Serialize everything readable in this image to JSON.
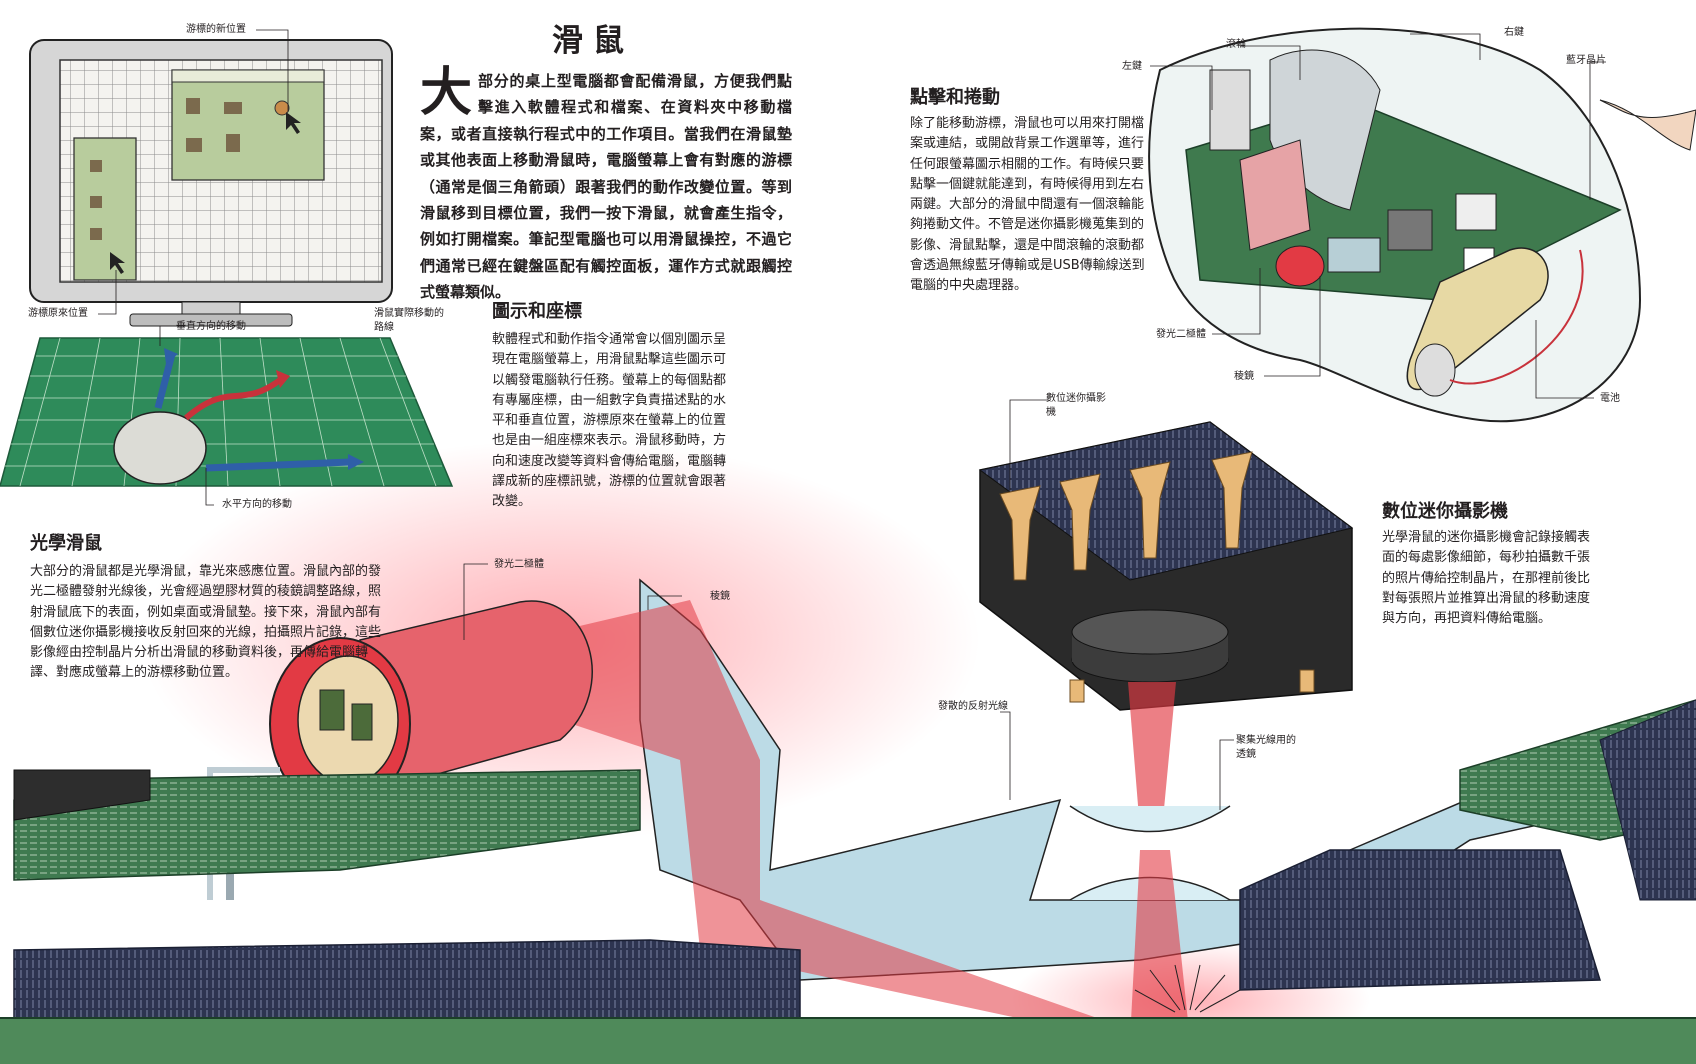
{
  "title": "滑鼠",
  "intro": {
    "dropcap": "大",
    "text": "部分的桌上型電腦都會配備滑鼠，方便我們點擊進入軟體程式和檔案、在資料夾中移動檔案，或者直接執行程式中的工作項目。當我們在滑鼠墊或其他表面上移動滑鼠時，電腦螢幕上會有對應的游標（通常是個三角箭頭）跟著我們的動作改變位置。等到滑鼠移到目標位置，我們一按下滑鼠，就會產生指令，例如打開檔案。筆記型電腦也可以用滑鼠操控，不過它們通常已經在鍵盤區配有觸控面板，運作方式就跟觸控式螢幕類似。"
  },
  "sections": {
    "icons_coords": {
      "heading": "圖示和座標",
      "body": "軟體程式和動作指令通常會以個別圖示呈現在電腦螢幕上，用滑鼠點擊這些圖示可以觸發電腦執行任務。螢幕上的每個點都有專屬座標，由一組數字負責描述點的水平和垂直位置，游標原來在螢幕上的位置也是由一組座標來表示。滑鼠移動時，方向和速度改變等資料會傳給電腦，電腦轉譯成新的座標訊號，游標的位置就會跟著改變。"
    },
    "click_scroll": {
      "heading": "點擊和捲動",
      "body": "除了能移動游標，滑鼠也可以用來打開檔案或連結，或開啟背景工作選單等，進行任何跟螢幕圖示相關的工作。有時候只要點擊一個鍵就能達到，有時候得用到左右兩鍵。大部分的滑鼠中間還有一個滾輪能夠捲動文件。不管是迷你攝影機蒐集到的影像、滑鼠點擊，還是中間滾輪的滾動都會透過無線藍牙傳輸或是USB傳輸線送到電腦的中央處理器。"
    },
    "optical": {
      "heading": "光學滑鼠",
      "body": "大部分的滑鼠都是光學滑鼠，靠光來感應位置。滑鼠內部的發光二極體發射光線後，光會經過塑膠材質的稜鏡調整路線，照射滑鼠底下的表面，例如桌面或滑鼠墊。接下來，滑鼠內部有個數位迷你攝影機接收反射回來的光線，拍攝照片記錄，這些影像經由控制晶片分析出滑鼠的移動資料後，再傳給電腦轉譯、對應成螢幕上的游標移動位置。"
    },
    "camera": {
      "heading": "數位迷你攝影機",
      "body": "光學滑鼠的迷你攝影機會記錄接觸表面的每處影像細節，每秒拍攝數千張的照片傳給控制晶片，在那裡前後比對每張照片並推算出滑鼠的移動速度與方向，再把資料傳給電腦。"
    }
  },
  "labels": {
    "cursor_new": "游標的新位置",
    "cursor_orig": "游標原來位置",
    "actual_path": "滑鼠實際移動的路線",
    "vertical_move": "垂直方向的移動",
    "horizontal_move": "水平方向的移動",
    "scroll_wheel": "滾輪",
    "right_button": "右鍵",
    "left_button": "左鍵",
    "bluetooth_chip": "藍牙晶片",
    "led_top": "發光二極體",
    "prism_top": "稜鏡",
    "battery": "電池",
    "digital_camera": "數位迷你攝影機",
    "led_main": "發光二極體",
    "prism_main": "稜鏡",
    "scattered_light": "發散的反射光線",
    "focus_lens": "聚集光線用的透鏡"
  },
  "colors": {
    "grid_green": "#2e8b5a",
    "light_red": "#e23a44",
    "plastic_blue": "#bcdbe6",
    "board_green": "#3f7a4e",
    "navy": "#2d3450",
    "desk_green": "#3f7a50"
  }
}
